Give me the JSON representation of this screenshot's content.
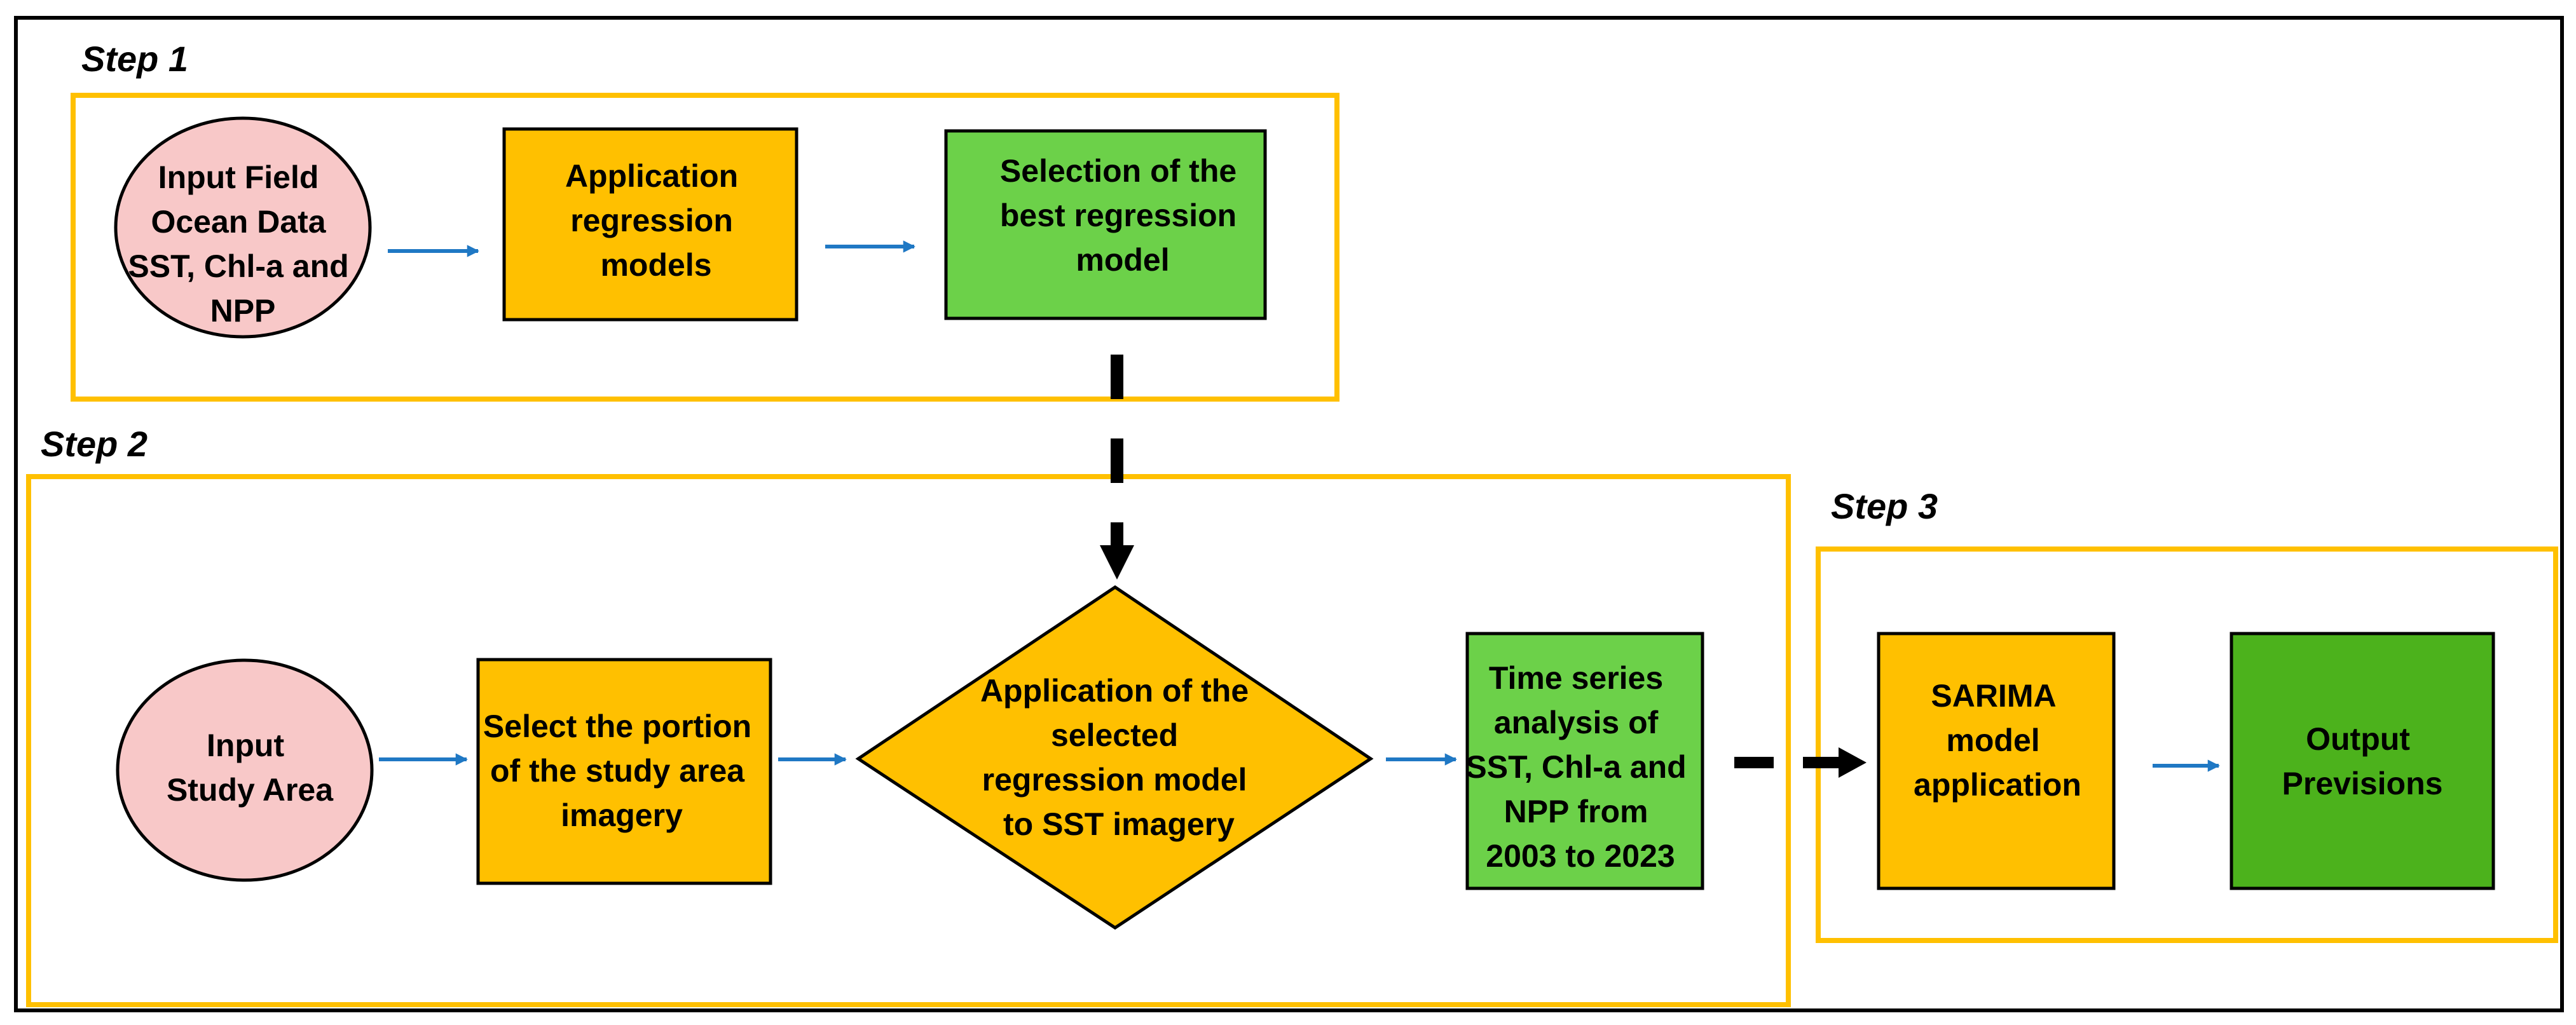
{
  "steps": {
    "step1": "Step 1",
    "step2": "Step 2",
    "step3": "Step 3"
  },
  "nodes": {
    "input_field": [
      "Input Field",
      "Ocean Data",
      "SST, Chl-a and",
      "NPP"
    ],
    "application_regression": [
      "Application",
      "regression",
      "models"
    ],
    "selection_best": [
      "Selection of the",
      "best regression",
      "model"
    ],
    "input_study": [
      "Input",
      "Study Area"
    ],
    "select_portion": [
      "Select the portion",
      "of the study area",
      "imagery"
    ],
    "application_selected": [
      "Application of the",
      "selected",
      "regression model",
      "to SST imagery"
    ],
    "time_series": [
      "Time series",
      "analysis of",
      "SST, Chl-a and",
      "NPP from",
      "2003 to 2023"
    ],
    "sarima": [
      "SARIMA",
      "model",
      "application"
    ],
    "output": [
      "Output",
      "Previsions"
    ]
  },
  "colors": {
    "ellipse_fill": "#f8c8c8",
    "orange_fill": "#ffc000",
    "light_green_fill": "#6cd149",
    "dark_green_fill": "#4cb21c",
    "group_border": "#ffc000",
    "arrow_blue": "#1f78c4",
    "outline": "#000000"
  }
}
